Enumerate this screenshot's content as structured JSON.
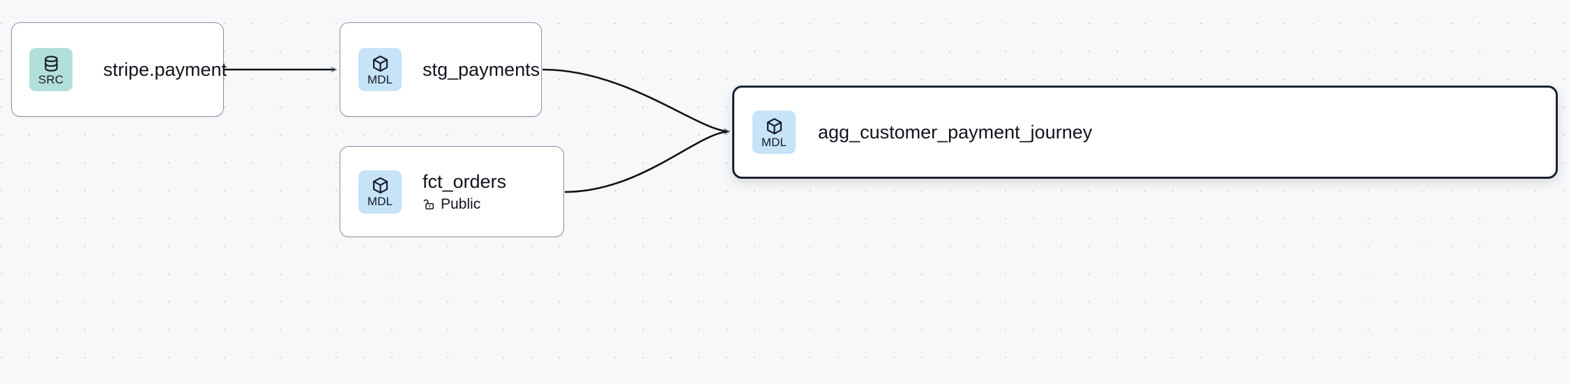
{
  "canvas": {
    "background_color": "#f7f8fa",
    "dot_color": "#d3d5de",
    "dot_spacing": 40,
    "view_label": "lineage-graph"
  },
  "theme": {
    "node_border": "#8a8fa3",
    "node_selected_border": "#1b2130",
    "node_fill": "#ffffff",
    "src_badge_color": "#b3dfdb",
    "mdl_badge_color": "#c6e3f7",
    "edge_color": "#111111",
    "text_color": "#10141c"
  },
  "nodes": [
    {
      "id": "stripe-payment",
      "title": "stripe.payment",
      "badge_text": "SRC",
      "badge_kind": "src",
      "icon": "database-icon",
      "selected": false,
      "subtitle": null,
      "subtitle_icon": null
    },
    {
      "id": "stg-payments",
      "title": "stg_payments",
      "badge_text": "MDL",
      "badge_kind": "mdl",
      "icon": "cube-icon",
      "selected": false,
      "subtitle": null,
      "subtitle_icon": null
    },
    {
      "id": "fct-orders",
      "title": "fct_orders",
      "badge_text": "MDL",
      "badge_kind": "mdl",
      "icon": "cube-icon",
      "selected": false,
      "subtitle": "Public",
      "subtitle_icon": "unlocked-padlock-icon"
    },
    {
      "id": "agg-journey",
      "title": "agg_customer_payment_journey",
      "badge_text": "MDL",
      "badge_kind": "mdl",
      "icon": "cube-icon",
      "selected": true,
      "subtitle": null,
      "subtitle_icon": null
    }
  ],
  "edges": [
    {
      "id": "e1",
      "from": "stripe-payment",
      "to": "stg-payments",
      "style": "straight",
      "arrow": true
    },
    {
      "id": "e2",
      "from": "stg-payments",
      "to": "agg-journey",
      "style": "bezier",
      "arrow": true
    },
    {
      "id": "e3",
      "from": "fct-orders",
      "to": "agg-journey",
      "style": "bezier",
      "arrow": true
    }
  ]
}
